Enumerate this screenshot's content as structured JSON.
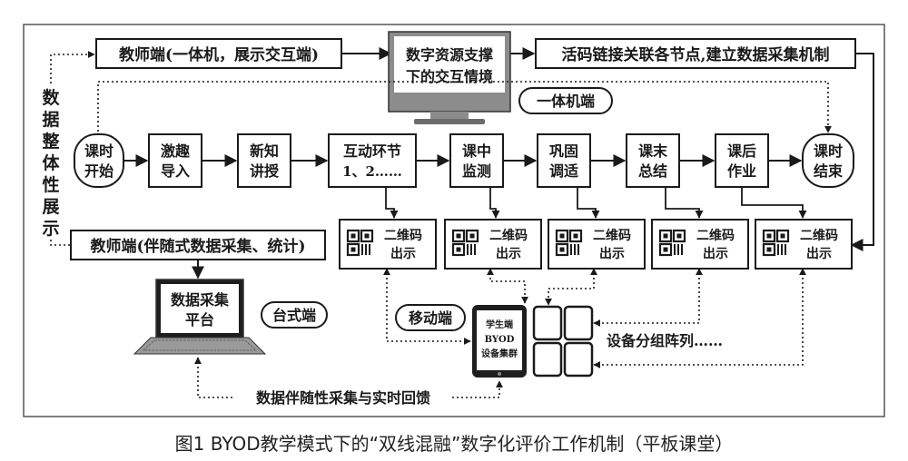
{
  "caption": "图1 BYOD教学模式下的“双线混融”数字化评价工作机制（平板课堂）",
  "vertical_label": [
    "数",
    "据",
    "整",
    "体",
    "性",
    "展",
    "示"
  ],
  "teacher_top": "教师端(一体机，展示交互端)",
  "monitor_text": [
    "数字资源支撑",
    "下的交互情境"
  ],
  "qr_link_text": "活码链接关联各节点,建立数据采集机制",
  "allinone_label": "一体机端",
  "flow": {
    "start": [
      "课时",
      "开始"
    ],
    "steps": [
      [
        "激趣",
        "导入"
      ],
      [
        "新知",
        "讲授"
      ],
      [
        "互动环节",
        "1、2……"
      ],
      [
        "课中",
        "监测"
      ],
      [
        "巩固",
        "调适"
      ],
      [
        "课末",
        "总结"
      ],
      [
        "课后",
        "作业"
      ]
    ],
    "end": [
      "课时",
      "结束"
    ]
  },
  "qr_box": [
    "二维码",
    "出示"
  ],
  "teacher_bottom": "教师端(伴随式数据采集、统计)",
  "laptop_text": [
    "数据采集",
    "平台"
  ],
  "desktop_label": "台式端",
  "mobile_label": "移动端",
  "tablet_text": [
    "学生端",
    "BYOD",
    "设备集群"
  ],
  "device_group_label": "设备分组阵列……",
  "feedback_label": "数据伴随性采集与实时回馈",
  "colors": {
    "ink": "#1a1a1a",
    "screen": "#1e1e1e",
    "bezel": "#8c8c8c"
  }
}
